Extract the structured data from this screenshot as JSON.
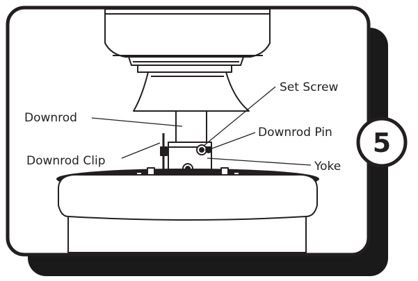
{
  "labels": {
    "set_screw": "Set Screw",
    "downrod": "Downrod",
    "downrod_pin": "Downrod Pin",
    "downrod_clip": "Downrod Clip",
    "yoke": "Yoke"
  },
  "step_number": "5",
  "colors": {
    "ink": "#231f20",
    "shadow": "#1a1a1a",
    "background": "#ffffff"
  }
}
